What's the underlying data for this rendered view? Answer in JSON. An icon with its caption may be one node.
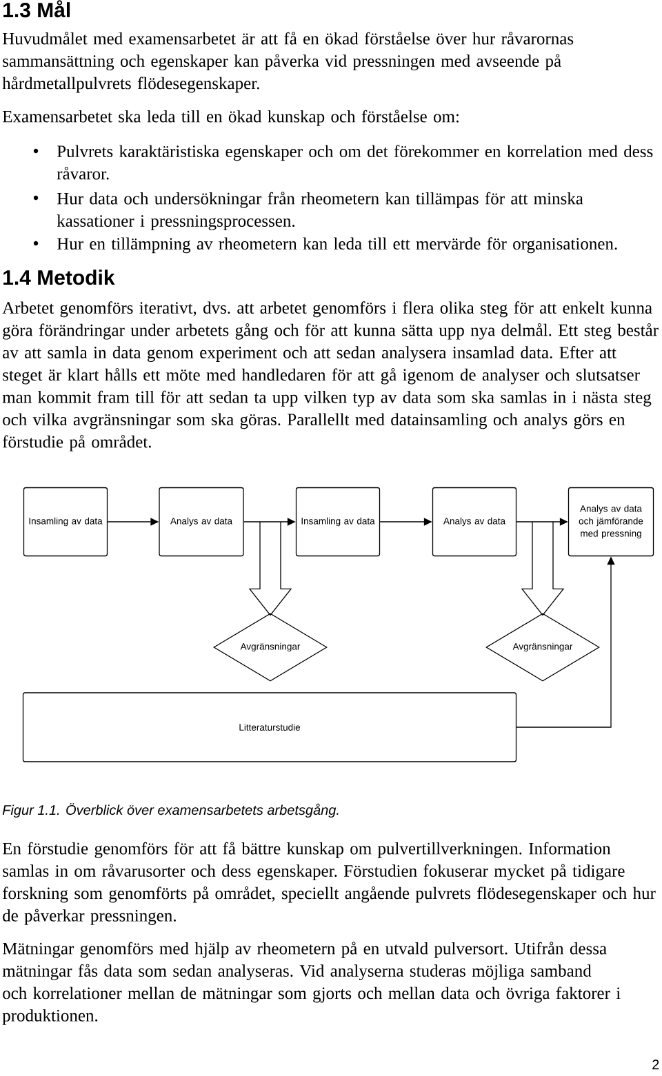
{
  "diagram": {
    "caption": "Figur 1.1. Överblick över examensarbetets arbetsgång.",
    "nodes": [
      {
        "text": [
          "Insamling av data"
        ]
      },
      {
        "text": [
          "Analys av data"
        ]
      },
      {
        "text": [
          "Insamling av data"
        ]
      },
      {
        "text": [
          "Analys av data"
        ]
      },
      {
        "text": [
          "Analys av data och jämförande med pressning"
        ]
      },
      {
        "text": [
          "Avgränsningar"
        ]
      },
      {
        "text": [
          "Avgränsningar"
        ]
      },
      {
        "text": [
          "Litteraturstudie"
        ]
      }
    ],
    "edges": [
      {
        "from": 0,
        "to": 1,
        "arrow": "to"
      },
      {
        "from": 1,
        "to": 2,
        "arrow": "to"
      },
      {
        "from": 2,
        "to": 3,
        "arrow": "to"
      },
      {
        "from": 3,
        "to": 4,
        "arrow": "to"
      },
      {
        "from": 1,
        "to": 5,
        "arrow": "to"
      },
      {
        "from": 3,
        "to": 6,
        "arrow": "to"
      },
      {
        "from": 7,
        "to": 4,
        "arrow": "to"
      }
    ],
    "labels": [
      "1.3 Mål",
      "Huvudmålet med examensarbetet är att få en ökad förståelse över hur råvarornas sammansättning och egenskaper kan påverka vid pressningen med avseende på hårdmetallpulvrets flödesegenskaper.",
      "Examensarbetet ska leda till en ökad kunskap och förståelse om:",
      "Pulvrets karaktäristiska egenskaper och om det förekommer en korrelation med dess råvaror.",
      "Hur data och undersökningar från rheometern kan tillämpas för att minska kassationer i pressningsprocessen.",
      "Hur en tillämpning av rheometern kan leda till ett mervärde för organisationen.",
      "1.4 Metodik",
      "Arbetet genomförs iterativt, dvs. att arbetet genomförs i flera olika steg för att enkelt kunna göra förändringar under arbetets gång och för att kunna sätta upp nya delmål. Ett steg består av att samla in data genom experiment och att sedan analysera insamlad data. Efter att steget är klart hålls ett möte med handledaren för att gå igenom de analyser och slutsatser man kommit fram till för att sedan ta upp vilken typ av data som ska samlas in i nästa steg och vilka avgränsningar som ska göras. Parallellt med datainsamling och analys görs en förstudie på området.",
      "En förstudie genomförs för att få bättre kunskap om pulvertillverkningen. Information samlas in om råvarusorter och dess egenskaper. Förstudien fokuserar mycket på tidigare forskning som genomförts på området, speciellt angående pulvrets flödesegenskaper och hur de påverkar pressningen.",
      "Mätningar genomförs med hjälp av rheometern på en utvald pulversort. Utifrån dessa mätningar fås data som sedan analyseras. Vid analyserna studeras möjliga samband och korrelationer mellan de mätningar som gjorts och mellan data och övriga faktorer i produktionen.",
      "2"
    ]
  }
}
